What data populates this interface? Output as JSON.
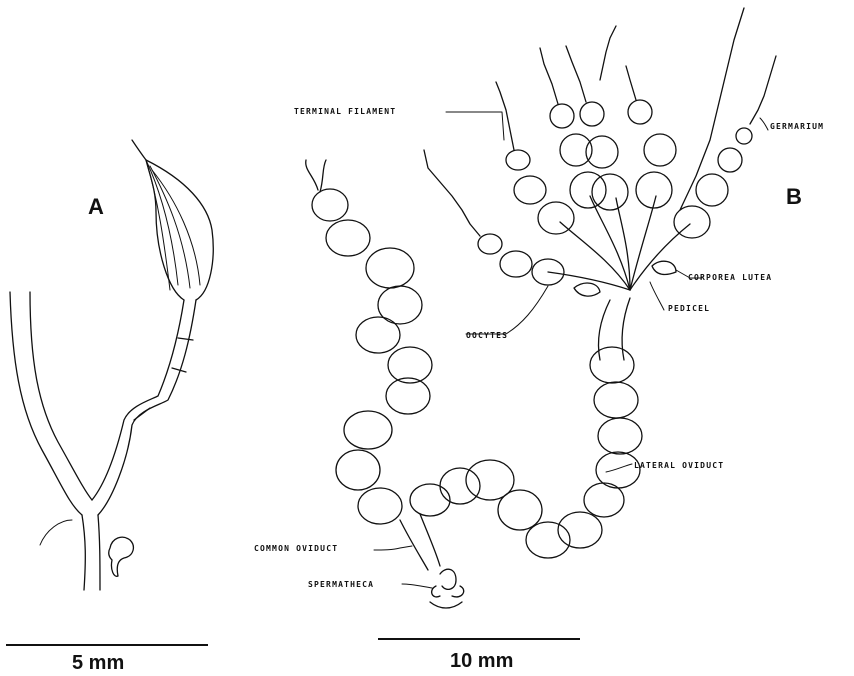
{
  "panels": {
    "a": {
      "letter": "A"
    },
    "b": {
      "letter": "B"
    }
  },
  "labels": {
    "terminal_filament": "TERMINAL FILAMENT",
    "germarium": "GERMARIUM",
    "corporea_lutea": "CORPOREA LUTEA",
    "pedicel": "PEDICEL",
    "oocytes": "OOCYTES",
    "lateral_oviduct": "LATERAL OVIDUCT",
    "common_oviduct": "COMMON OVIDUCT",
    "spermatheca": "SPERMATHECA"
  },
  "scale_bars": {
    "a": {
      "label": "5 mm"
    },
    "b": {
      "label": "10 mm"
    }
  },
  "colors": {
    "ink": "#111111",
    "background": "#ffffff"
  }
}
